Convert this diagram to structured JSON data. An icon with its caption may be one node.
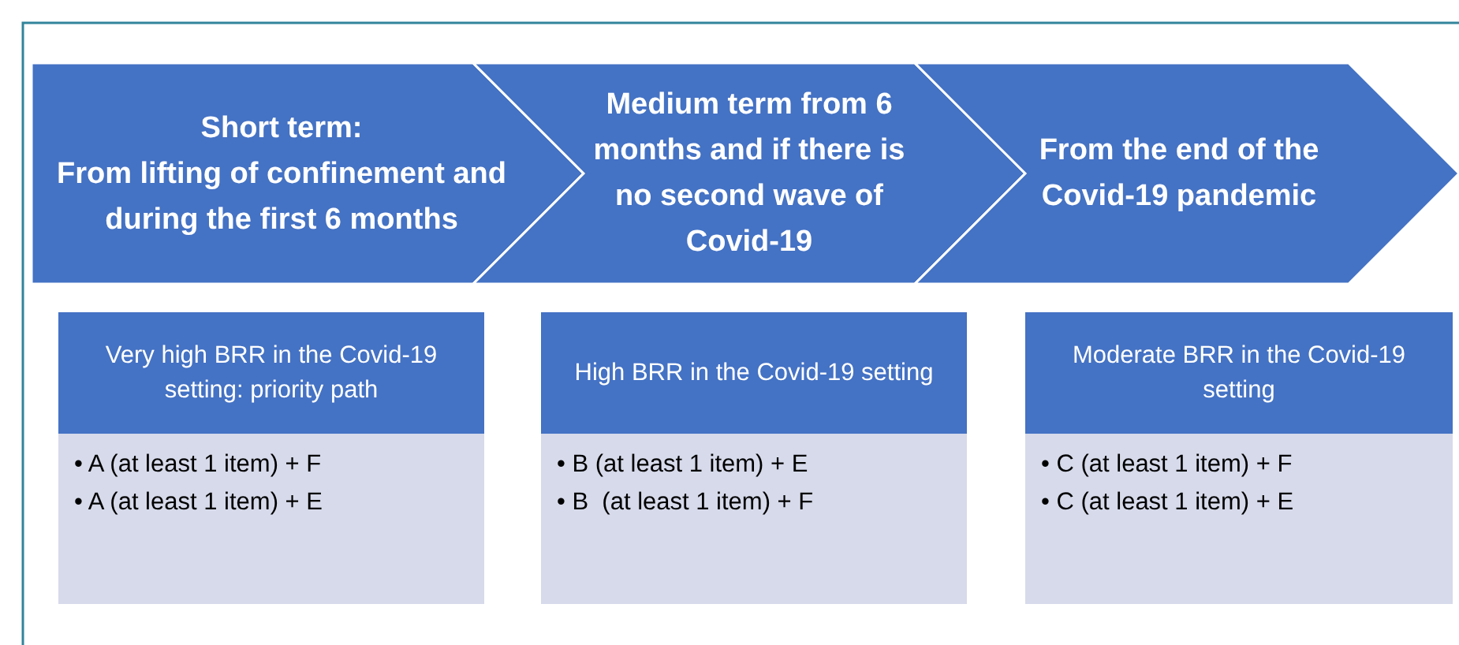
{
  "diagram": {
    "nodes": [
      {
        "text": [
          "Short term:",
          "From lifting of confinement and during the first 6 months"
        ]
      },
      {
        "text": [
          "Medium term from 6 months and if there is no second wave of Covid-19"
        ]
      },
      {
        "text": [
          "From the end of the Covid-19 pandemic"
        ]
      },
      {
        "text": [
          "Very high BRR in the Covid-19 setting: priority path",
          "• A (at least 1 item) + F",
          "• A (at least 1 item) + E"
        ]
      },
      {
        "text": [
          "High BRR in the Covid-19 setting",
          "• B (at least 1 item) + E",
          "• B  (at least 1 item) + F"
        ]
      },
      {
        "text": [
          "Moderate BRR in the Covid-19 setting",
          "• C (at least 1 item) + F",
          "• C (at least 1 item) + E"
        ]
      }
    ],
    "edges": []
  }
}
